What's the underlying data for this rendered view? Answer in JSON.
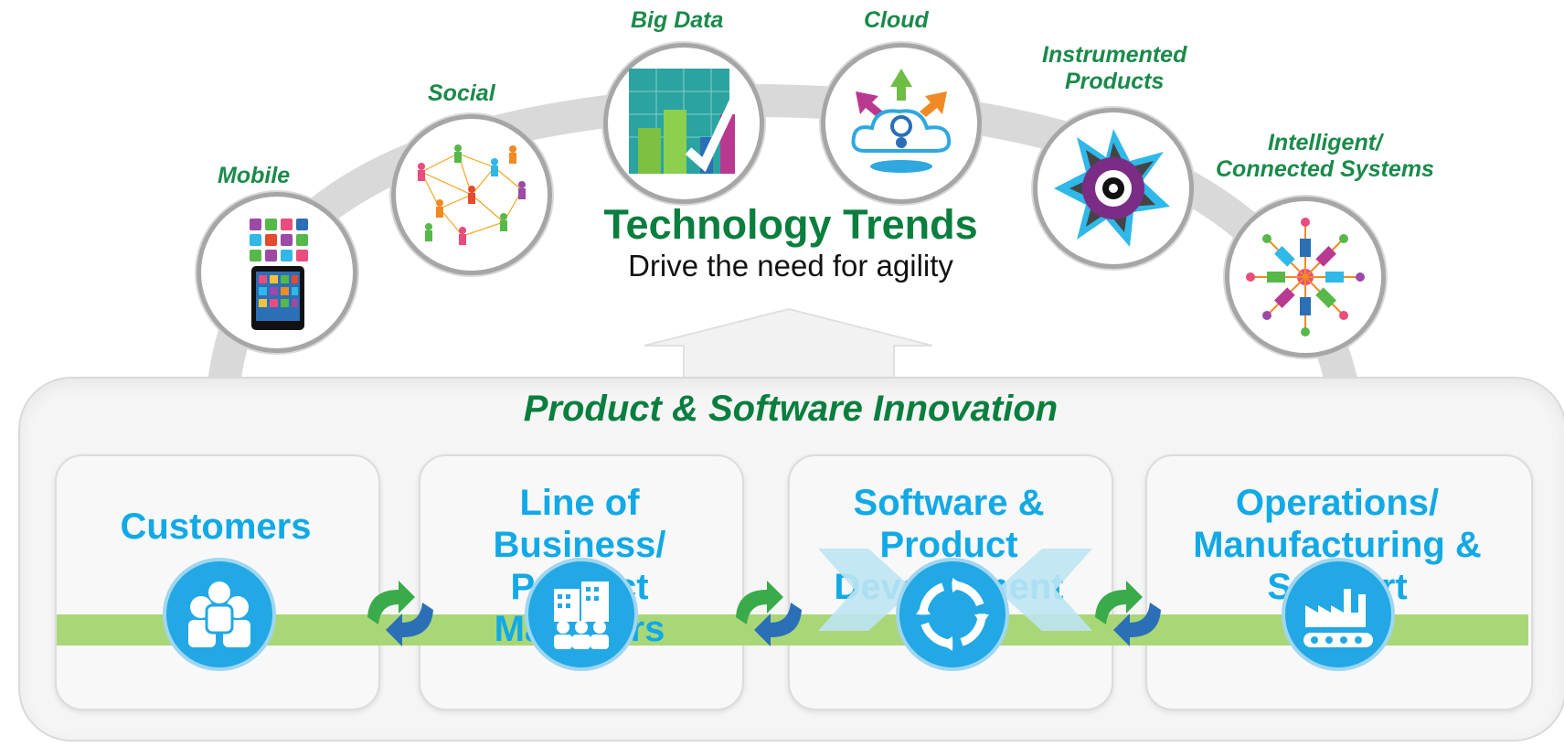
{
  "trends": {
    "mobile": "Mobile",
    "social": "Social",
    "big_data": "Big Data",
    "cloud": "Cloud",
    "instrumented_line1": "Instrumented",
    "instrumented_line2": "Products",
    "intelligent_line1": "Intelligent/",
    "intelligent_line2": "Connected Systems"
  },
  "center": {
    "title": "Technology Trends",
    "subtitle": "Drive the need for agility"
  },
  "panel": {
    "title": "Product & Software Innovation"
  },
  "stages": [
    {
      "lines": [
        "Customers"
      ]
    },
    {
      "lines": [
        "Line of",
        "Business/",
        "Product",
        "Managers"
      ]
    },
    {
      "lines": [
        "Software &",
        "Product",
        "Development"
      ]
    },
    {
      "lines": [
        "Operations/",
        "Manufacturing &",
        "Support"
      ]
    }
  ],
  "colors": {
    "trend_green": "#1a8a4a",
    "stage_blue": "#11a9e6",
    "band_green": "#a9d777",
    "arc_gray": "#d9d9d9"
  },
  "icons": [
    "phone-apps-icon",
    "social-network-icon",
    "big-data-chart-icon",
    "cloud-icon",
    "instrumented-gear-icon",
    "connected-devices-icon",
    "customers-icon",
    "business-building-icon",
    "development-cycle-icon",
    "factory-icon",
    "sync-arrows-icon"
  ]
}
